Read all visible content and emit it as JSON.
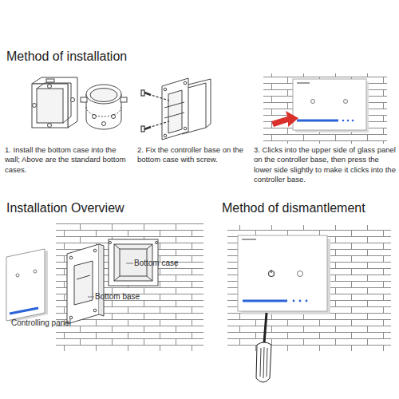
{
  "diagram": {
    "labels": [
      "Method of installation",
      "1. Install the bottom case into the wall; Above are the standard bottom cases.",
      "2. Fix the controller base on the bottom case with screw.",
      "3. Clicks into the upper side of glass panel on the controller base, then press the lower side slightly to make it clicks into the controller base.",
      "Installation Overview",
      "Bottom case",
      "Bottom base",
      "Controlling panel",
      "Method of dismantlement"
    ]
  }
}
